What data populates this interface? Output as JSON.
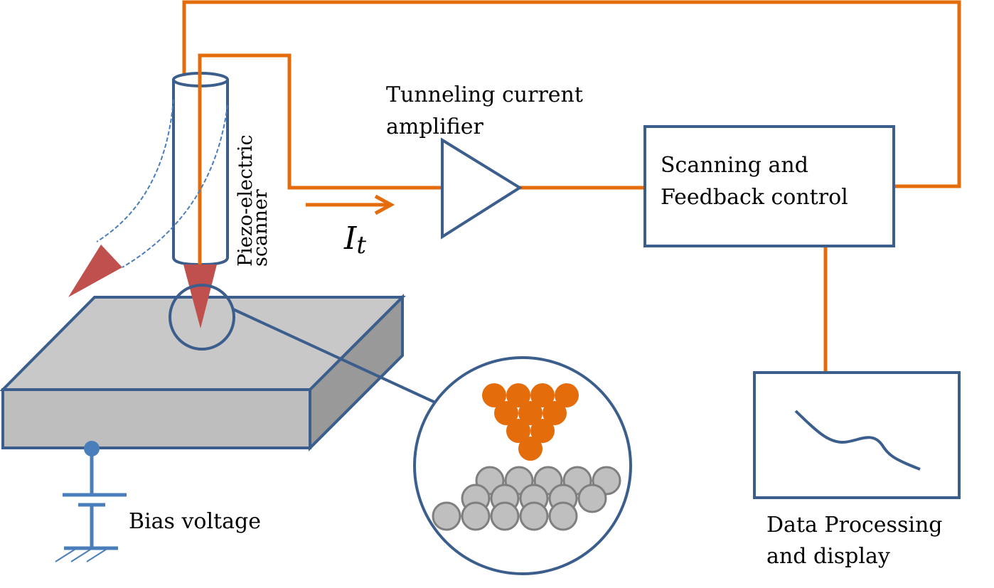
{
  "title": "Scanning tunneling microscope schematic",
  "colors": {
    "wire": "#E46C0A",
    "outline": "#3B5E8C",
    "tip": "#C0504D",
    "sample_top": "#C8C8C8",
    "sample_front": "#BEBEBE",
    "sample_side": "#999999",
    "atom_tip": "#E46C0A",
    "atom_surface_fill": "#BFBFBF",
    "atom_surface_stroke": "#7F7F7F",
    "bias_circuit": "#4A7EBB"
  },
  "labels": {
    "piezo_line1": "Piezo-electric",
    "piezo_line2": "scanner",
    "amplifier_line1": "Tunneling current",
    "amplifier_line2": "amplifier",
    "current_symbol": "I",
    "current_subscript": "t",
    "feedback_line1": "Scanning and",
    "feedback_line2": "Feedback control",
    "bias": "Bias voltage",
    "display_line1": "Data Processing",
    "display_line2": "and display"
  },
  "components": [
    {
      "id": "piezo-scanner",
      "name": "Piezo-electric scanner"
    },
    {
      "id": "tip",
      "name": "Tip"
    },
    {
      "id": "sample",
      "name": "Sample"
    },
    {
      "id": "amplifier",
      "name": "Tunneling current amplifier"
    },
    {
      "id": "feedback",
      "name": "Scanning and Feedback control"
    },
    {
      "id": "display",
      "name": "Data Processing and display"
    },
    {
      "id": "bias",
      "name": "Bias voltage"
    },
    {
      "id": "magnifier",
      "name": "Atomic detail inset"
    }
  ],
  "inset": {
    "tip_atoms_rows": [
      4,
      3,
      2,
      1
    ],
    "surface_atoms_rows": [
      5,
      5,
      5
    ]
  }
}
